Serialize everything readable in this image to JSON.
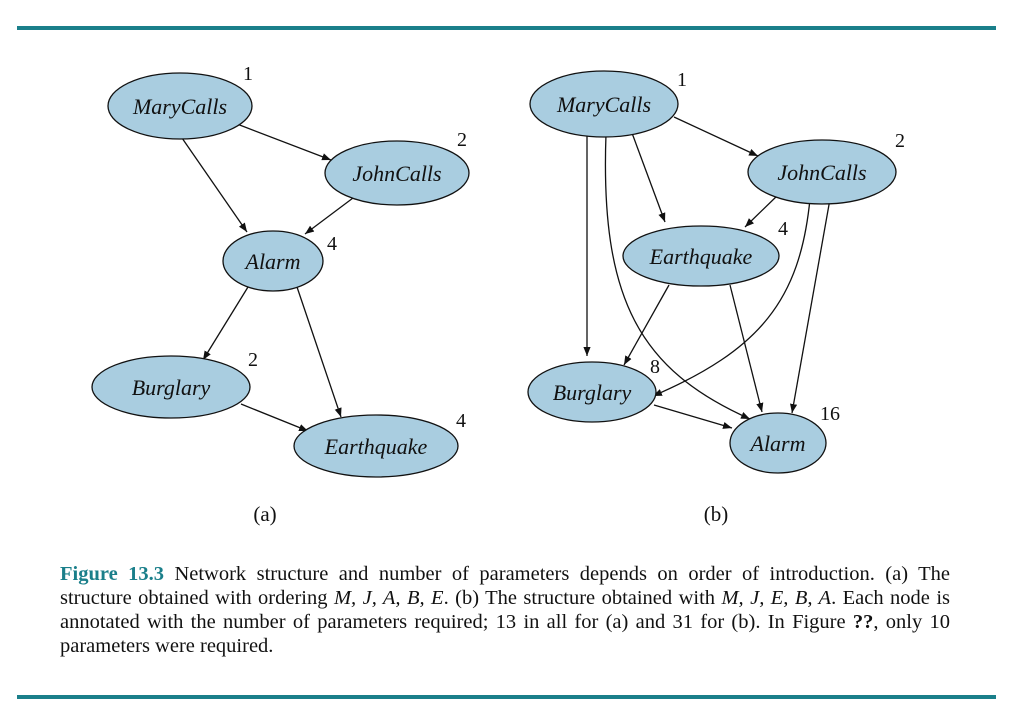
{
  "diagram": {
    "panel_a": {
      "label": "(a)",
      "nodes": [
        {
          "id": "a-mary",
          "label": "MaryCalls",
          "params": "1"
        },
        {
          "id": "a-john",
          "label": "JohnCalls",
          "params": "2"
        },
        {
          "id": "a-alarm",
          "label": "Alarm",
          "params": "4"
        },
        {
          "id": "a-burglary",
          "label": "Burglary",
          "params": "2"
        },
        {
          "id": "a-earthquake",
          "label": "Earthquake",
          "params": "4"
        }
      ],
      "edges": [
        [
          "MaryCalls",
          "JohnCalls"
        ],
        [
          "MaryCalls",
          "Alarm"
        ],
        [
          "JohnCalls",
          "Alarm"
        ],
        [
          "Alarm",
          "Burglary"
        ],
        [
          "Alarm",
          "Earthquake"
        ],
        [
          "Burglary",
          "Earthquake"
        ]
      ]
    },
    "panel_b": {
      "label": "(b)",
      "nodes": [
        {
          "id": "b-mary",
          "label": "MaryCalls",
          "params": "1"
        },
        {
          "id": "b-john",
          "label": "JohnCalls",
          "params": "2"
        },
        {
          "id": "b-earthquake",
          "label": "Earthquake",
          "params": "4"
        },
        {
          "id": "b-burglary",
          "label": "Burglary",
          "params": "8"
        },
        {
          "id": "b-alarm",
          "label": "Alarm",
          "params": "16"
        }
      ],
      "edges": [
        [
          "MaryCalls",
          "JohnCalls"
        ],
        [
          "MaryCalls",
          "Earthquake"
        ],
        [
          "MaryCalls",
          "Burglary"
        ],
        [
          "MaryCalls",
          "Alarm"
        ],
        [
          "JohnCalls",
          "Earthquake"
        ],
        [
          "JohnCalls",
          "Burglary"
        ],
        [
          "JohnCalls",
          "Alarm"
        ],
        [
          "Earthquake",
          "Burglary"
        ],
        [
          "Earthquake",
          "Alarm"
        ],
        [
          "Burglary",
          "Alarm"
        ]
      ]
    }
  },
  "caption": {
    "figure_label": "Figure 13.3",
    "part1": " Network structure and number of parameters depends on order of introduction. (a) The structure obtained with ordering ",
    "order_a": "M, J, A, B, E",
    "part2": ". (b) The structure obtained with ",
    "order_b": "M, J, E, B, A",
    "part3": ". Each node is annotated with the number of parameters required; 13 in all for (a) and 31 for (b). In Figure ",
    "ref": "??",
    "part4": ", only 10 parameters were required."
  },
  "colors": {
    "accent": "#1a7f8a",
    "node_fill": "#a9cde0"
  }
}
